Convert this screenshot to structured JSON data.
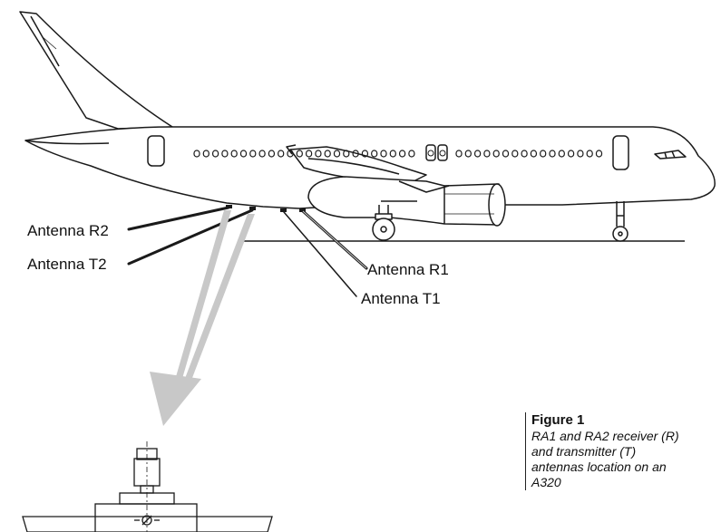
{
  "labels": {
    "antenna_r2": "Antenna R2",
    "antenna_t2": "Antenna T2",
    "antenna_r1": "Antenna R1",
    "antenna_t1": "Antenna T1"
  },
  "caption": {
    "title": "Figure 1",
    "text": "RA1 and RA2 receiver (R) and transmitter (T) antennas location on an A320"
  },
  "colors": {
    "line": "#1a1a1a",
    "arrow": "#c8c8c8",
    "background": "#ffffff"
  }
}
